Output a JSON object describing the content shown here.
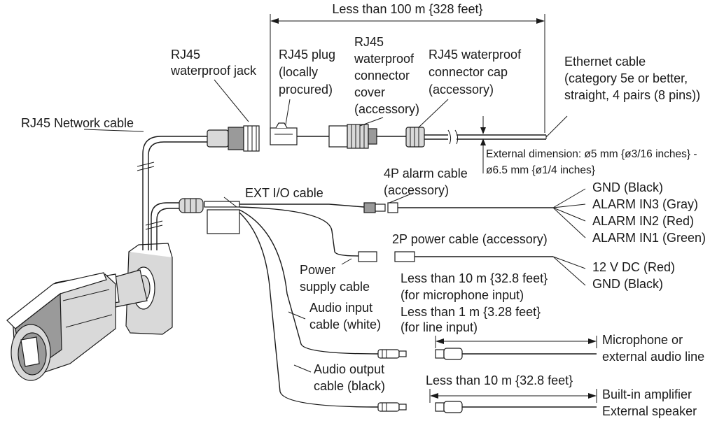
{
  "labels": {
    "length_100m": "Less than 100 m {328 feet}",
    "rj45_jack_1": "RJ45",
    "rj45_jack_2": "waterproof jack",
    "rj45_plug_1": "RJ45 plug",
    "rj45_plug_2": "(locally",
    "rj45_plug_3": "procured)",
    "cover_1": "RJ45",
    "cover_2": "waterproof",
    "cover_3": "connector",
    "cover_4": "cover",
    "cover_5": "(accessory)",
    "cap_1": "RJ45 waterproof",
    "cap_2": "connector cap",
    "cap_3": "(accessory)",
    "eth_1": "Ethernet cable",
    "eth_2": "(category 5e or better,",
    "eth_3": "straight, 4 pairs (8 pins))",
    "network_cable": "RJ45 Network cable",
    "ext_dim_1": "External dimension: ø5 mm {ø3/16 inches} -",
    "ext_dim_2": "ø6.5 mm {ø1/4 inches}",
    "alarm_cable_1": "4P alarm cable",
    "alarm_cable_2": "(accessory)",
    "ext_io": "EXT I/O cable",
    "gnd_black": "GND (Black)",
    "alarm_in3": "ALARM IN3 (Gray)",
    "alarm_in2": "ALARM IN2 (Red)",
    "alarm_in1": "ALARM IN1 (Green)",
    "power_cable_2p": "2P power cable (accessory)",
    "power_supply_1": "Power",
    "power_supply_2": "supply cable",
    "dc12": "12 V DC (Red)",
    "gnd_black2": "GND (Black)",
    "mic_len_1": "Less than 10 m {32.8 feet}",
    "mic_len_2": "(for microphone input)",
    "mic_len_3": "Less than 1 m {3.28 feet}",
    "mic_len_4": "(for line input)",
    "audio_in_1": "Audio input",
    "audio_in_2": "cable (white)",
    "mic_1": "Microphone or",
    "mic_2": "external audio line",
    "audio_out_1": "Audio output",
    "audio_out_2": "cable (black)",
    "spk_len": "Less than 10 m {32.8 feet}",
    "spk_1": "Built-in amplifier",
    "spk_2": "External speaker"
  }
}
